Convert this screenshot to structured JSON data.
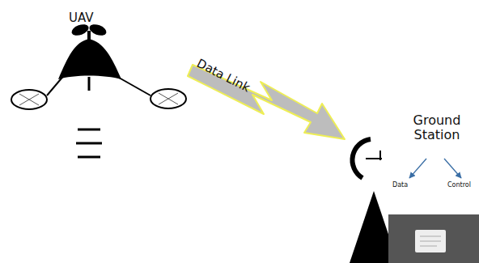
{
  "diagram": {
    "labels": [
      "UAV",
      "Data Link",
      "Ground Station",
      "Data",
      "Control"
    ]
  }
}
